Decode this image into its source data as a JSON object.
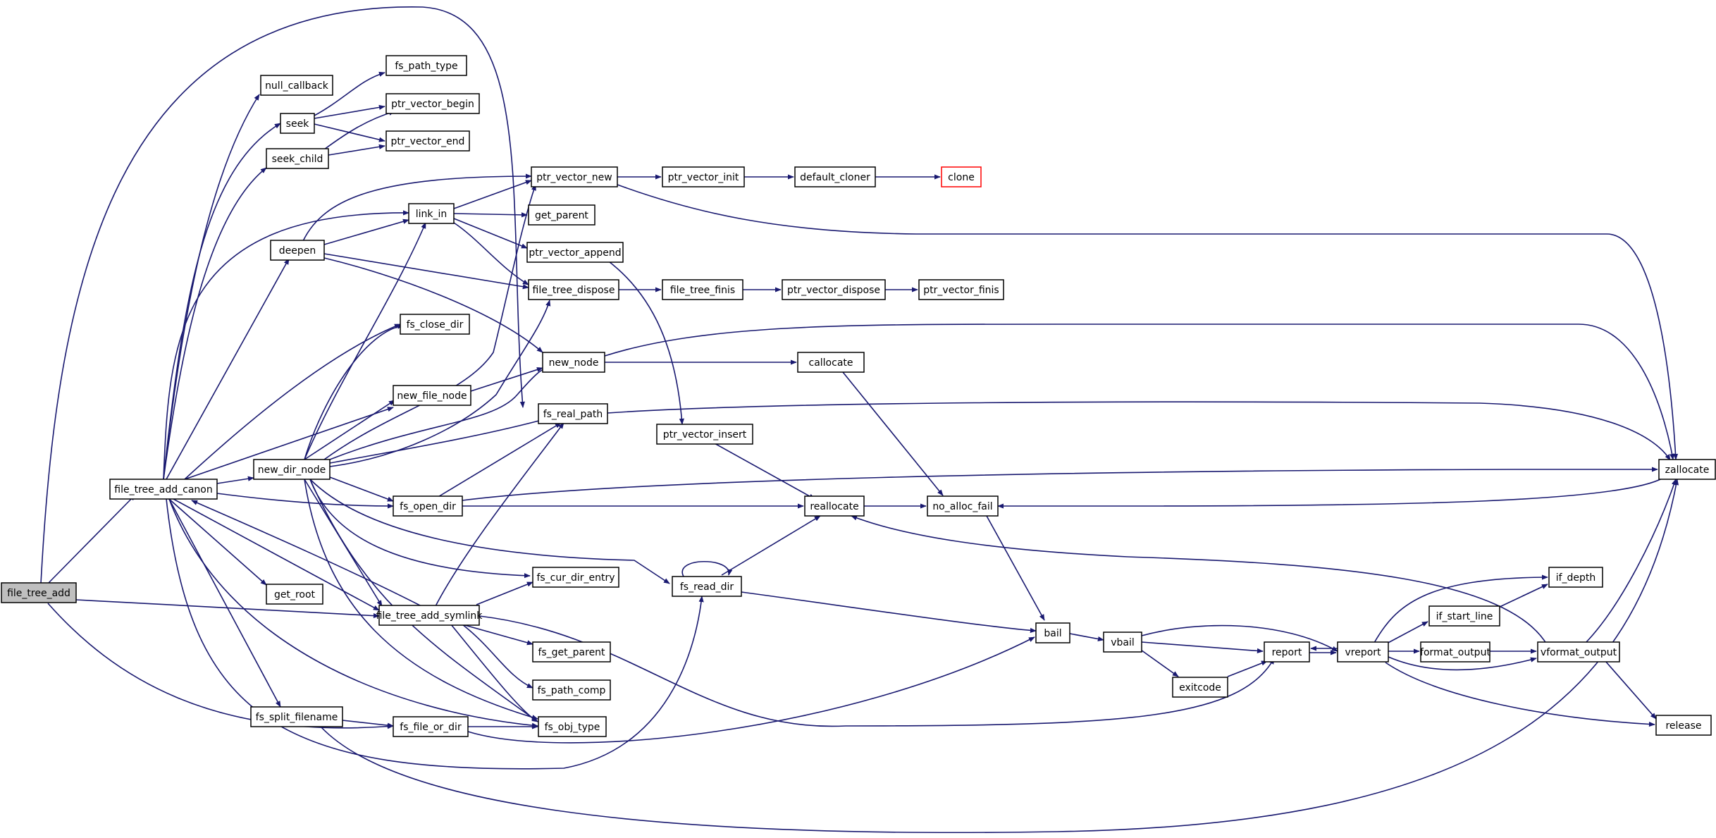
{
  "graph": {
    "nodes": [
      {
        "id": "file_tree_add",
        "label": "file_tree_add",
        "style": "root"
      },
      {
        "id": "file_tree_add_canon",
        "label": "file_tree_add_canon"
      },
      {
        "id": "null_callback",
        "label": "null_callback"
      },
      {
        "id": "seek",
        "label": "seek"
      },
      {
        "id": "seek_child",
        "label": "seek_child"
      },
      {
        "id": "fs_path_type",
        "label": "fs_path_type"
      },
      {
        "id": "ptr_vector_begin",
        "label": "ptr_vector_begin"
      },
      {
        "id": "ptr_vector_end",
        "label": "ptr_vector_end"
      },
      {
        "id": "ptr_vector_new",
        "label": "ptr_vector_new"
      },
      {
        "id": "ptr_vector_init",
        "label": "ptr_vector_init"
      },
      {
        "id": "default_cloner",
        "label": "default_cloner"
      },
      {
        "id": "clone",
        "label": "clone",
        "style": "truncated"
      },
      {
        "id": "link_in",
        "label": "link_in"
      },
      {
        "id": "get_parent",
        "label": "get_parent"
      },
      {
        "id": "deepen",
        "label": "deepen"
      },
      {
        "id": "ptr_vector_append",
        "label": "ptr_vector_append"
      },
      {
        "id": "file_tree_dispose",
        "label": "file_tree_dispose"
      },
      {
        "id": "file_tree_finis",
        "label": "file_tree_finis"
      },
      {
        "id": "ptr_vector_dispose",
        "label": "ptr_vector_dispose"
      },
      {
        "id": "ptr_vector_finis",
        "label": "ptr_vector_finis"
      },
      {
        "id": "fs_close_dir",
        "label": "fs_close_dir"
      },
      {
        "id": "new_node",
        "label": "new_node"
      },
      {
        "id": "callocate",
        "label": "callocate"
      },
      {
        "id": "new_file_node",
        "label": "new_file_node"
      },
      {
        "id": "fs_real_path",
        "label": "fs_real_path"
      },
      {
        "id": "ptr_vector_insert",
        "label": "ptr_vector_insert"
      },
      {
        "id": "new_dir_node",
        "label": "new_dir_node"
      },
      {
        "id": "zallocate",
        "label": "zallocate"
      },
      {
        "id": "fs_open_dir",
        "label": "fs_open_dir"
      },
      {
        "id": "reallocate",
        "label": "reallocate"
      },
      {
        "id": "no_alloc_fail",
        "label": "no_alloc_fail"
      },
      {
        "id": "fs_cur_dir_entry",
        "label": "fs_cur_dir_entry"
      },
      {
        "id": "fs_read_dir",
        "label": "fs_read_dir"
      },
      {
        "id": "if_depth",
        "label": "if_depth"
      },
      {
        "id": "get_root",
        "label": "get_root"
      },
      {
        "id": "file_tree_add_symlink",
        "label": "file_tree_add_symlink"
      },
      {
        "id": "if_start_line",
        "label": "if_start_line"
      },
      {
        "id": "bail",
        "label": "bail"
      },
      {
        "id": "vbail",
        "label": "vbail"
      },
      {
        "id": "report",
        "label": "report"
      },
      {
        "id": "vreport",
        "label": "vreport"
      },
      {
        "id": "format_output",
        "label": "format_output"
      },
      {
        "id": "vformat_output",
        "label": "vformat_output"
      },
      {
        "id": "fs_get_parent",
        "label": "fs_get_parent"
      },
      {
        "id": "exitcode",
        "label": "exitcode"
      },
      {
        "id": "fs_path_comp",
        "label": "fs_path_comp"
      },
      {
        "id": "fs_split_filename",
        "label": "fs_split_filename"
      },
      {
        "id": "fs_file_or_dir",
        "label": "fs_file_or_dir"
      },
      {
        "id": "fs_obj_type",
        "label": "fs_obj_type"
      },
      {
        "id": "release",
        "label": "release"
      }
    ]
  }
}
